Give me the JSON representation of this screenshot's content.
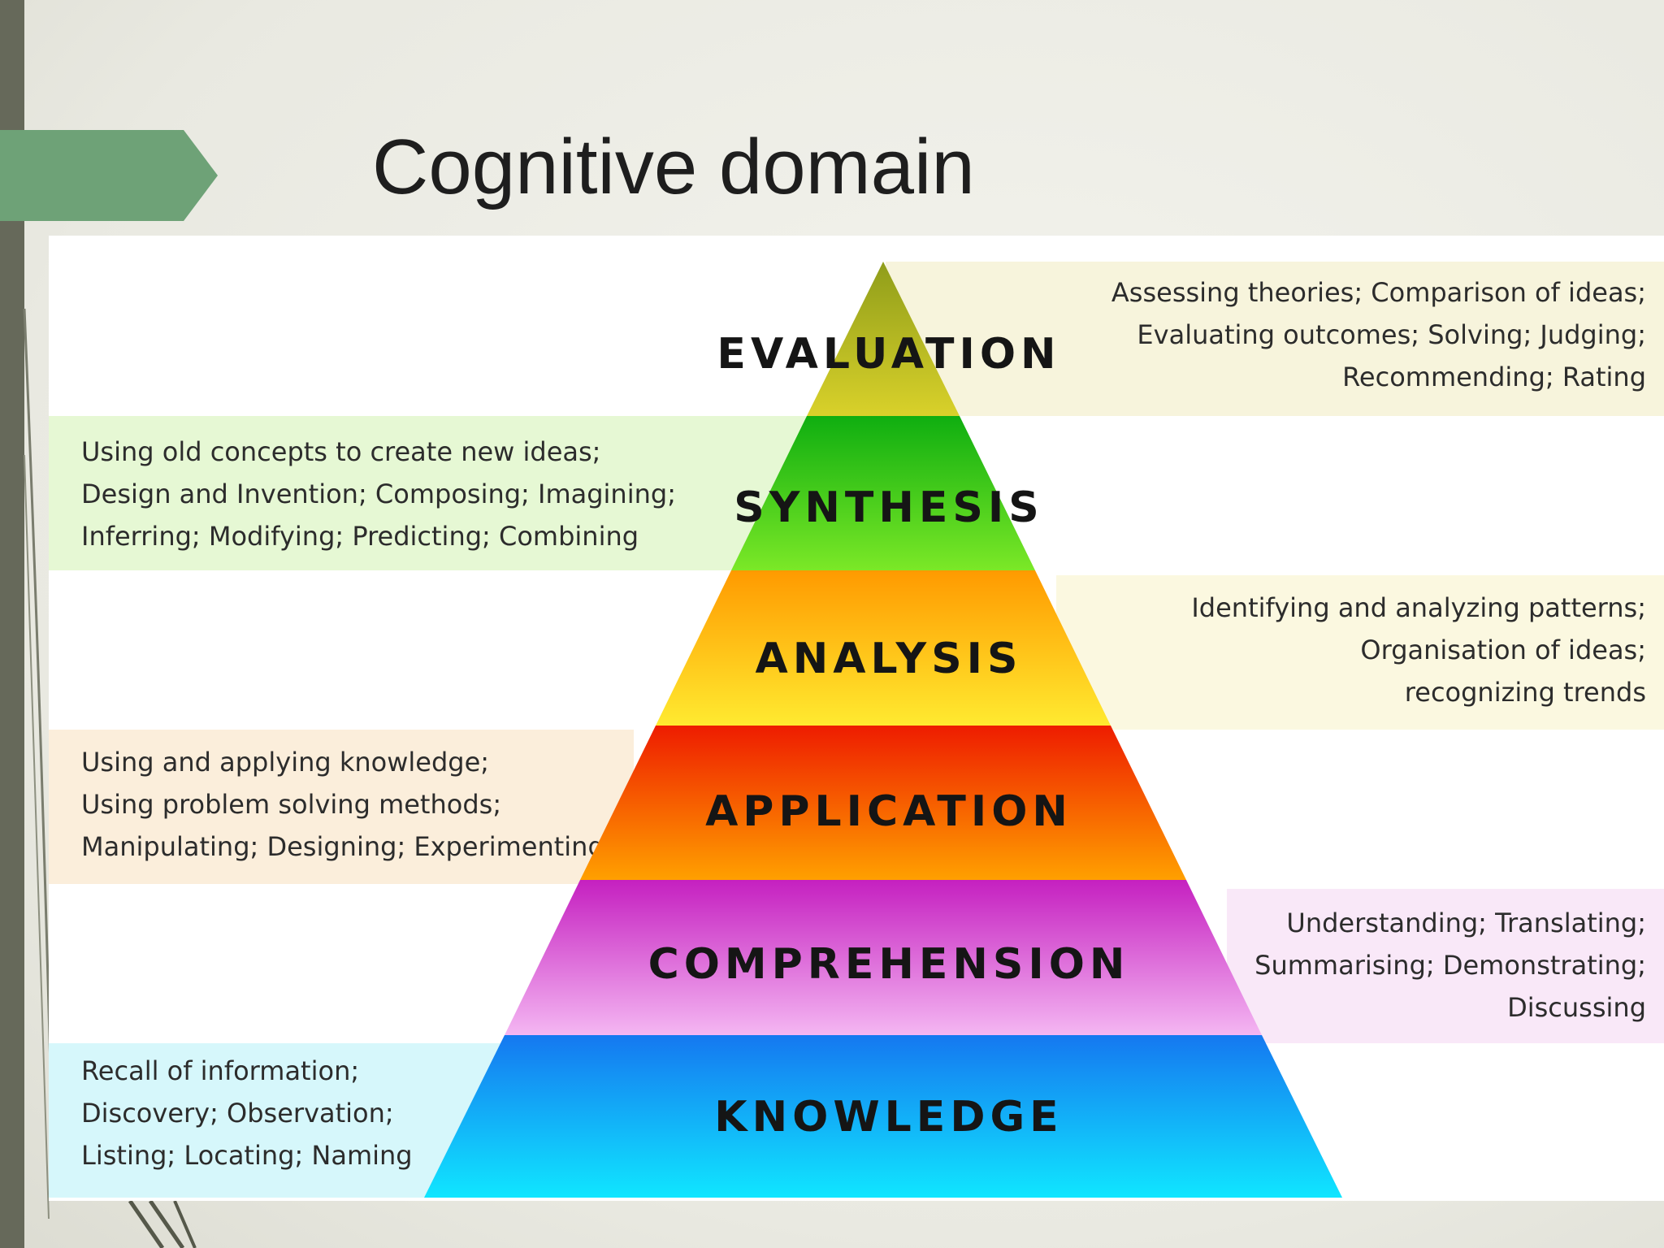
{
  "slide": {
    "title": "Cognitive domain"
  },
  "colors": {
    "sidebar": "#66695a",
    "accent_arrow": "#6ea277",
    "evaluation_band": "#f7f4dc",
    "synthesis_band": "#e6f8d4",
    "analysis_band": "#fbf8e0",
    "application_band": "#fbeedb",
    "comprehension_band": "#f9e8f8",
    "knowledge_band": "#d6f7fb"
  },
  "pyramid": {
    "levels": [
      {
        "name": "EVALUATION",
        "description": "Assessing theories; Comparison of ideas;\nEvaluating outcomes; Solving; Judging;\nRecommending; Rating"
      },
      {
        "name": "SYNTHESIS",
        "description": "Using old concepts to create new ideas;\nDesign and Invention; Composing; Imagining;\nInferring; Modifying; Predicting; Combining"
      },
      {
        "name": "ANALYSIS",
        "description": "Identifying and analyzing patterns;\nOrganisation of ideas;\nrecognizing trends"
      },
      {
        "name": "APPLICATION",
        "description": "Using and applying knowledge;\nUsing problem solving methods;\nManipulating; Designing; Experimenting"
      },
      {
        "name": "COMPREHENSION",
        "description": "Understanding; Translating;\nSummarising; Demonstrating;\nDiscussing"
      },
      {
        "name": "KNOWLEDGE",
        "description": "Recall of information;\nDiscovery; Observation;\nListing; Locating; Naming"
      }
    ]
  }
}
